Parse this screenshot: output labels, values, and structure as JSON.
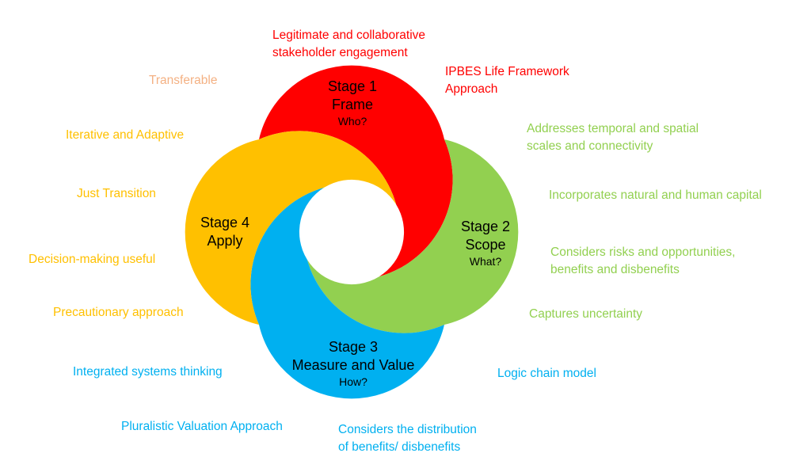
{
  "diagram": {
    "type": "four-stage-cycle-pinwheel",
    "colors": {
      "stage1": "#FF0000",
      "stage2": "#92D050",
      "stage3": "#00B0F0",
      "stage4": "#FFC000",
      "transferable": "#F4B183",
      "stage_text": "#000000",
      "background": "#FFFFFF"
    },
    "stages": [
      {
        "name": "Stage 1",
        "label": "Frame",
        "question": "Who?"
      },
      {
        "name": "Stage 2",
        "label": "Scope",
        "question": "What?"
      },
      {
        "name": "Stage 3",
        "label": "Measure and Value",
        "question": "How?"
      },
      {
        "name": "Stage 4",
        "label": "Apply",
        "question": ""
      }
    ],
    "notes": [
      {
        "text": "Legitimate and collaborative\nstakeholder engagement",
        "group": "stage1"
      },
      {
        "text": "IPBES Life Framework\nApproach",
        "group": "stage1"
      },
      {
        "text": "Addresses temporal and spatial\nscales and connectivity",
        "group": "stage2"
      },
      {
        "text": "Incorporates natural and human capital",
        "group": "stage2"
      },
      {
        "text": "Considers risks and opportunities,\nbenefits and disbenefits",
        "group": "stage2"
      },
      {
        "text": "Captures uncertainty",
        "group": "stage2"
      },
      {
        "text": "Logic chain model",
        "group": "stage3"
      },
      {
        "text": "Considers the distribution\nof benefits/ disbenefits",
        "group": "stage3"
      },
      {
        "text": "Pluralistic Valuation Approach",
        "group": "stage3"
      },
      {
        "text": "Integrated systems thinking",
        "group": "stage3"
      },
      {
        "text": "Precautionary approach",
        "group": "stage4"
      },
      {
        "text": "Decision-making useful",
        "group": "stage4"
      },
      {
        "text": "Just Transition",
        "group": "stage4"
      },
      {
        "text": "Iterative and Adaptive",
        "group": "stage4"
      },
      {
        "text": "Transferable",
        "group": "stage4-light"
      }
    ]
  }
}
